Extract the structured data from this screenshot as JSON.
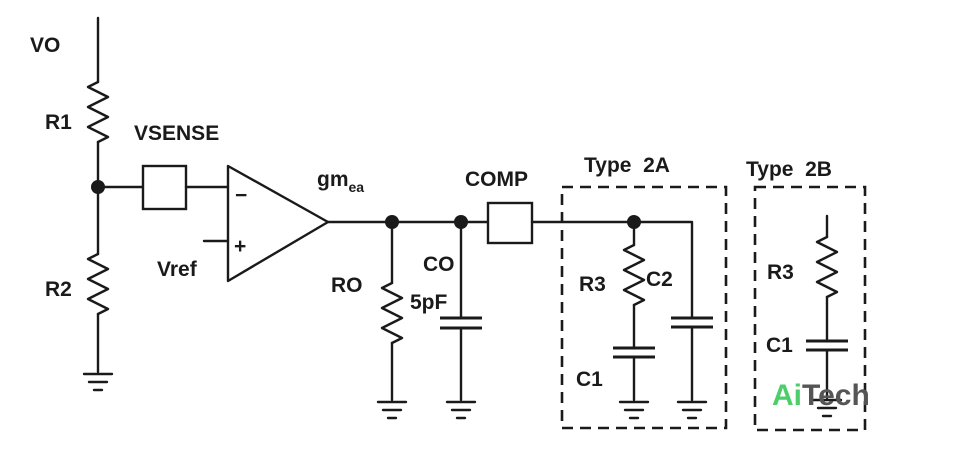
{
  "labels": {
    "vo": "VO",
    "r1": "R1",
    "r2": "R2",
    "vsense": "VSENSE",
    "vref": "Vref",
    "gm_main": "gm",
    "gm_sub": "ea",
    "ro": "RO",
    "co": "CO",
    "co_value": "5pF",
    "comp": "COMP",
    "type2a": "Type  2A",
    "type2b": "Type  2B",
    "r3_a": "R3",
    "c2": "C2",
    "c1_a": "C1",
    "r3_b": "R3",
    "c1_b": "C1",
    "opamp_minus": "−",
    "opamp_plus": "+"
  },
  "watermark": {
    "part1": "Ai",
    "part2": "Tech",
    "color1": "#4ccf6a",
    "color2": "#555555"
  }
}
